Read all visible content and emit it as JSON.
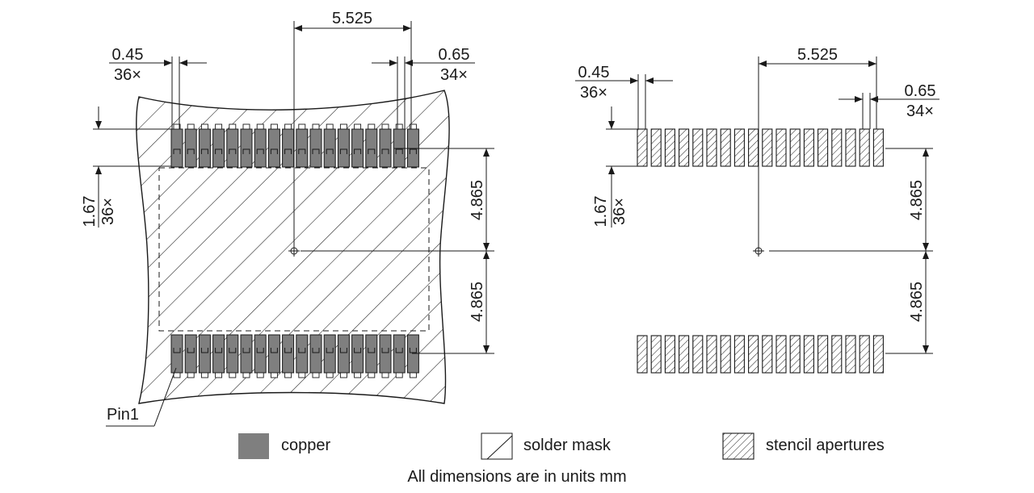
{
  "left_view": {
    "pitch_top": "5.525",
    "pad_width_value": "0.45",
    "pad_width_count": "36×",
    "pad_width2_value": "0.65",
    "pad_width2_count": "34×",
    "pad_length_value": "1.67",
    "pad_length_count": "36×",
    "offset_upper": "4.865",
    "offset_lower": "4.865",
    "pin1_label": "Pin1"
  },
  "right_view": {
    "pitch_top": "5.525",
    "pad_width_value": "0.45",
    "pad_width_count": "36×",
    "pad_width2_value": "0.65",
    "pad_width2_count": "34×",
    "pad_length_value": "1.67",
    "pad_length_count": "36×",
    "offset_upper": "4.865",
    "offset_lower": "4.865"
  },
  "legend": {
    "copper": "copper",
    "solder_mask": "solder mask",
    "stencil": "stencil apertures",
    "copper_color": "#7f7f7f"
  },
  "footer": "All dimensions are in units mm"
}
